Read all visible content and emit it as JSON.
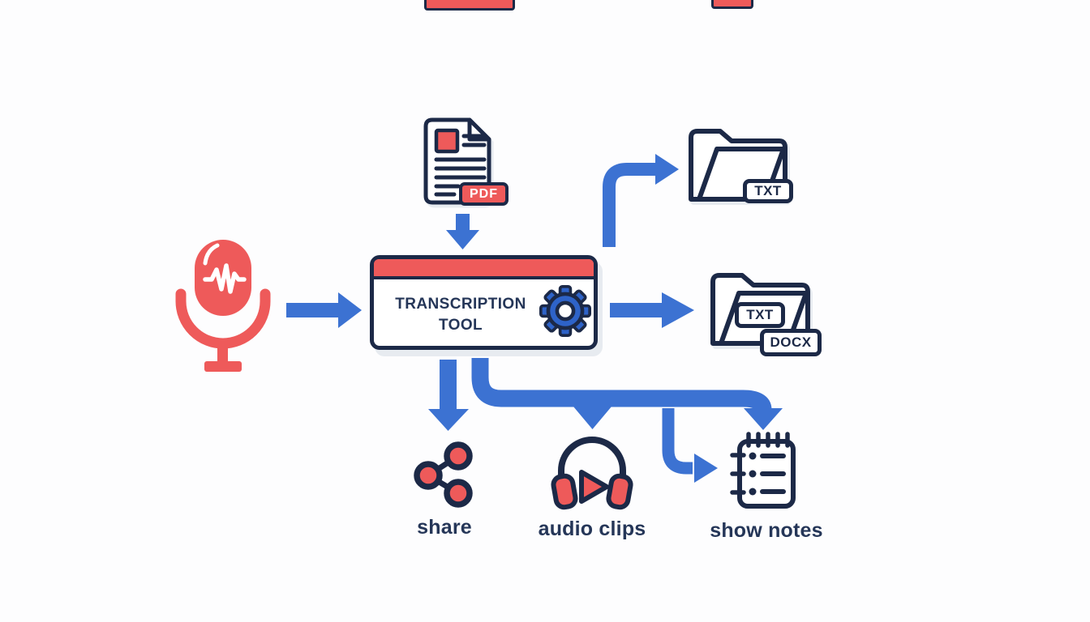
{
  "colors": {
    "red": "#ee5a5a",
    "blue": "#3c72d2",
    "navy": "#1c2947",
    "gear": "#2e63c8",
    "paper": "#fdfdfe",
    "textnavy": "#253658"
  },
  "nodes": {
    "microphone": {
      "icon": "microphone-icon"
    },
    "pdf_document": {
      "icon": "pdf-document-icon",
      "badge": "PDF"
    },
    "transcription_tool": {
      "title_lines": [
        "TRANSCRIPTION",
        "TOOL"
      ],
      "icon": "gear-icon"
    },
    "txt_folder": {
      "icon": "open-folder-icon",
      "badge": "TXT"
    },
    "txt_docx_folder": {
      "icon": "open-folder-icon",
      "badges": {
        "txt": "TXT",
        "docx": "DOCX"
      }
    },
    "share": {
      "icon": "share-icon",
      "label": "share"
    },
    "audio_clips": {
      "icon": "headphones-play-icon",
      "label": "audio clips"
    },
    "show_notes": {
      "icon": "notebook-icon",
      "label": "show notes"
    }
  },
  "flows": [
    {
      "from": "microphone",
      "to": "transcription_tool"
    },
    {
      "from": "pdf_document",
      "to": "transcription_tool"
    },
    {
      "from": "transcription_tool",
      "to": "txt_folder"
    },
    {
      "from": "transcription_tool",
      "to": "txt_docx_folder"
    },
    {
      "from": "transcription_tool",
      "to": "share"
    },
    {
      "from": "transcription_tool",
      "to": "audio_clips"
    },
    {
      "from": "transcription_tool",
      "to": "show_notes"
    }
  ]
}
